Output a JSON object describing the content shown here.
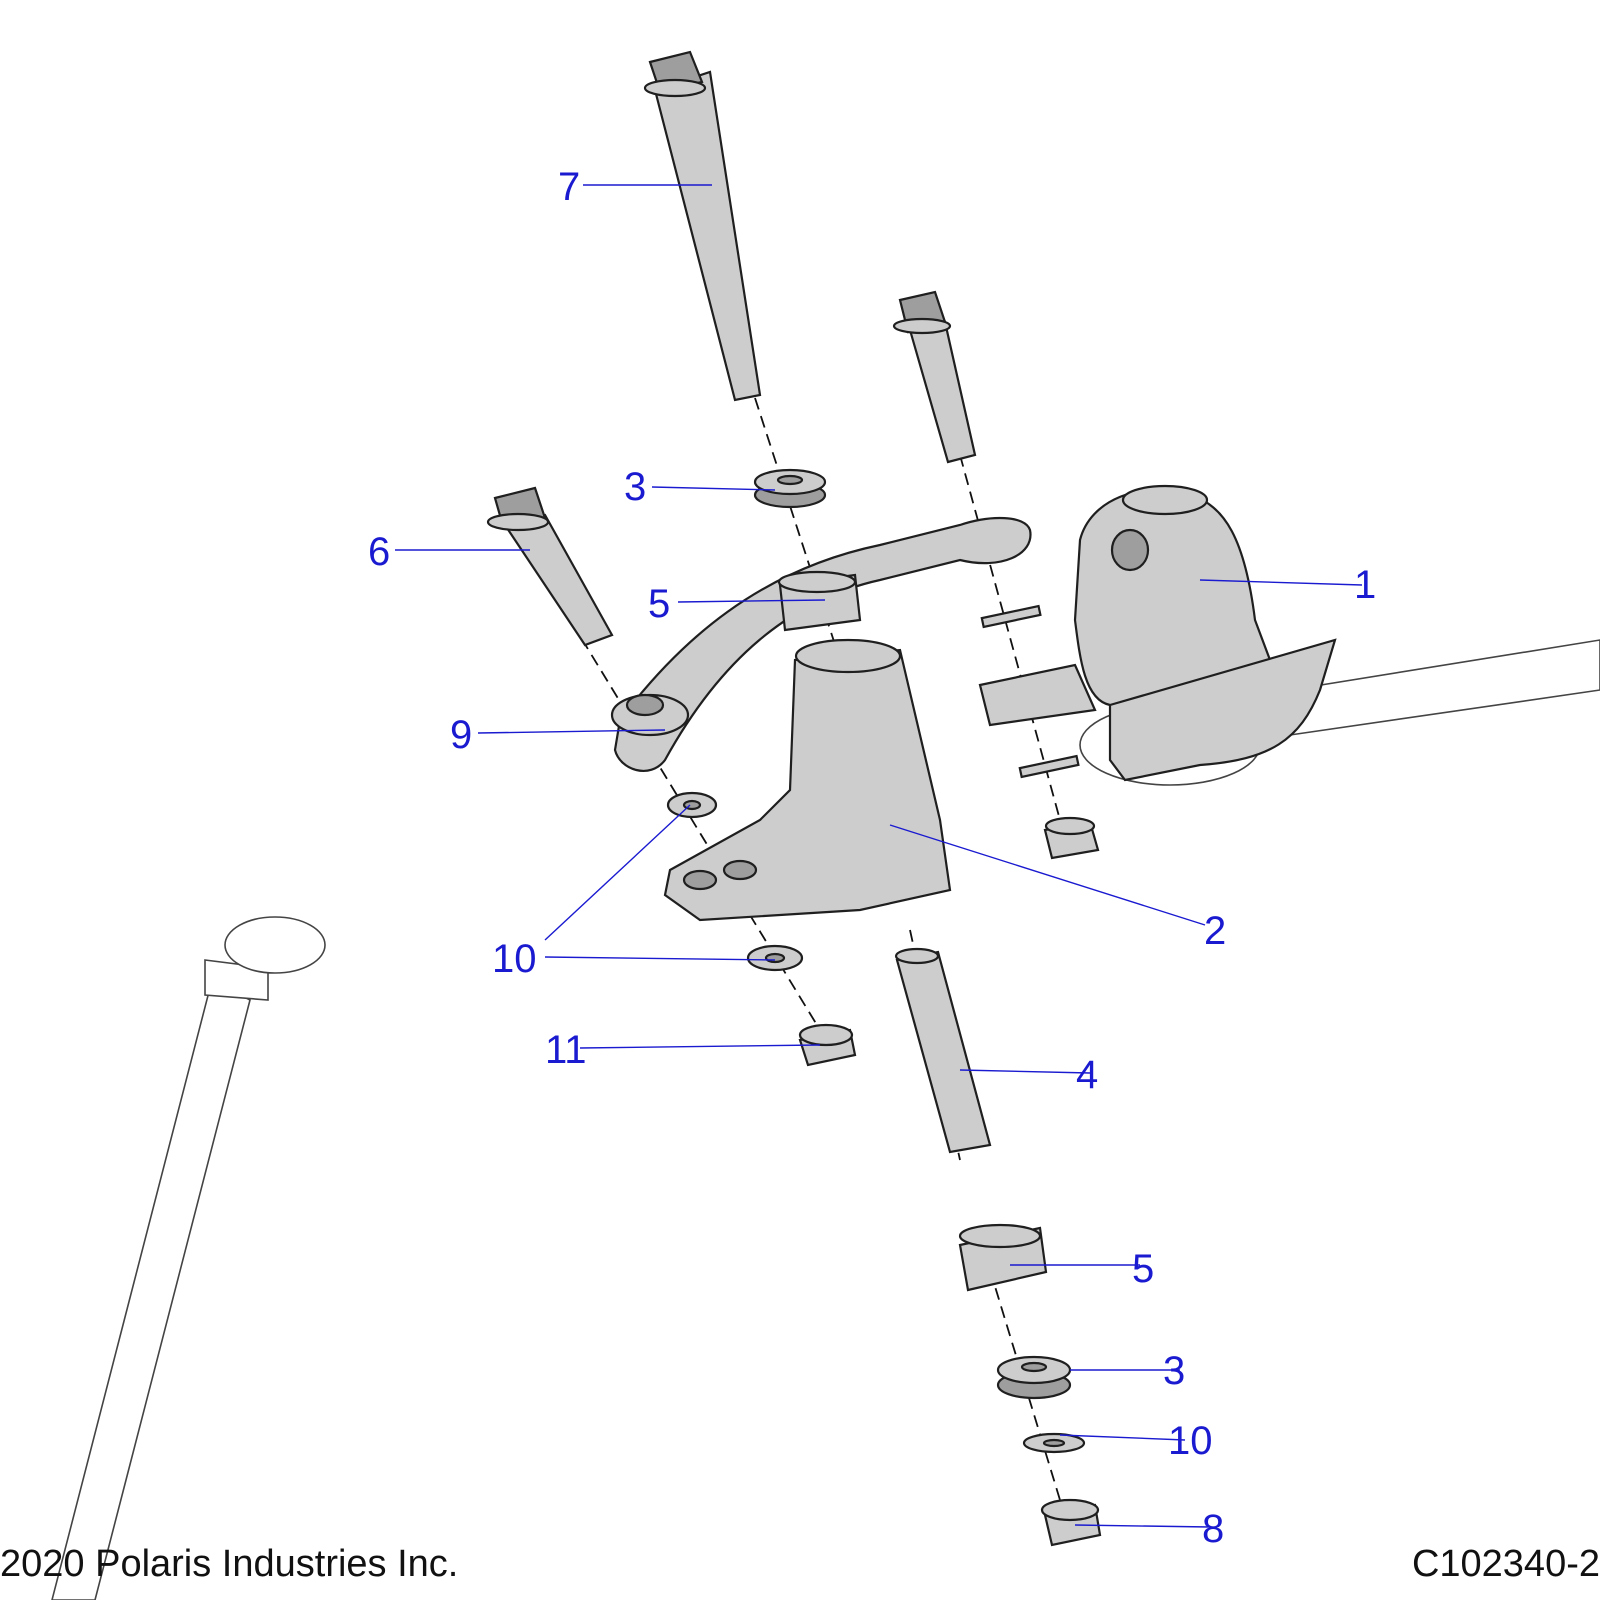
{
  "callouts": [
    {
      "id": "c1",
      "label": "1"
    },
    {
      "id": "c2",
      "label": "2"
    },
    {
      "id": "c3a",
      "label": "3"
    },
    {
      "id": "c3b",
      "label": "3"
    },
    {
      "id": "c4",
      "label": "4"
    },
    {
      "id": "c5a",
      "label": "5"
    },
    {
      "id": "c5b",
      "label": "5"
    },
    {
      "id": "c6",
      "label": "6"
    },
    {
      "id": "c7",
      "label": "7"
    },
    {
      "id": "c8",
      "label": "8"
    },
    {
      "id": "c9",
      "label": "9"
    },
    {
      "id": "c10a",
      "label": "10"
    },
    {
      "id": "c10b",
      "label": "10"
    },
    {
      "id": "c11",
      "label": "11"
    }
  ],
  "footer": {
    "copyright": "2020 Polaris Industries Inc.",
    "figure_id": "C102340-2"
  },
  "colors": {
    "callout": "#1a1ad0",
    "part_fill": "#cdcdcd",
    "outline": "#1f1f1f"
  }
}
